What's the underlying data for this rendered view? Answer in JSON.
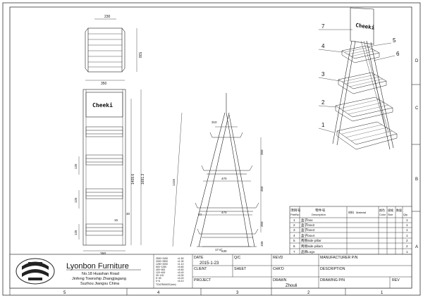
{
  "drawing": {
    "brand_text": "Cheeki",
    "top_view": {
      "depth": "230",
      "width": "350",
      "length": "530"
    },
    "front_view": {
      "shelf_gaps": [
        "125",
        "125",
        "125"
      ],
      "spacing": "30",
      "bottom_gap": "15",
      "base_width": "390",
      "total_height": "1409.6",
      "overall_height": "1691.3"
    },
    "side_view": {
      "top_width": "310",
      "shelf_depths": [
        "470",
        "470",
        "530"
      ],
      "shelf_spacing": [
        "350",
        "350",
        "350"
      ],
      "bottom_offset": "100",
      "leg_height": "1416",
      "front_offset": "50",
      "angle": "17.6°"
    },
    "balloons": [
      "7",
      "4",
      "3",
      "2",
      "1",
      "5",
      "6"
    ]
  },
  "frame": {
    "rows": [
      "D",
      "C",
      "B",
      "A"
    ],
    "cols": [
      "5",
      "4",
      "3",
      "2",
      "1"
    ]
  },
  "bom": {
    "headers": [
      [
        "项目号",
        "PartNo."
      ],
      [
        "零件号",
        "Description"
      ],
      [
        "材料",
        "Material"
      ],
      [
        "颜色",
        "Color"
      ],
      [
        "规格",
        "Size"
      ],
      [
        "数量",
        "Qty."
      ]
    ],
    "rows": [
      {
        "no": "1",
        "desc": "盒子box",
        "qty": "1"
      },
      {
        "no": "2",
        "desc": "盒子box2",
        "qty": "1"
      },
      {
        "no": "3",
        "desc": "盒子box3",
        "qty": "1"
      },
      {
        "no": "4",
        "desc": "盒子box4",
        "qty": "1"
      },
      {
        "no": "5",
        "desc": "两侧side pillar",
        "qty": "2"
      },
      {
        "no": "6",
        "desc": "两侧side pillar1",
        "qty": "2"
      },
      {
        "no": "7",
        "desc": "品牌Logo",
        "qty": "1"
      }
    ]
  },
  "title_block": {
    "company": "Lyonbon Furniture",
    "address": [
      "No.18 Huashan Road",
      "Jinfeng Township Zhangjiagang",
      "Suzhou Jiangsu China"
    ],
    "tolerance": {
      "ranges": [
        "2500~3150",
        "2000~2500",
        "1250~2000",
        "500~1250",
        "400~500",
        "120~400",
        "30~120",
        "6~30",
        "0~6"
      ],
      "values": [
        "±1.50",
        "±1.30",
        "±1.10",
        "±0.80",
        "±0.60",
        "±0.40",
        "±0.30",
        "±0.20",
        "±0.10"
      ],
      "note": "TOLERANCE(mm)"
    },
    "date_label": "DATE",
    "date_value": "2015-1-23",
    "qc_label": "Q/C",
    "revd_label": "REVD",
    "manufacturer_label": "MANUFACTURER P/N",
    "client_label": "CLIENT",
    "sheet_label": "SHEET",
    "chkd_label": "CHK'D",
    "description_label": "DESCRIPTION",
    "project_label": "PROJECT",
    "drawn_label": "DRAWN",
    "drawn_value": "Zhouli",
    "drawing_pn_label": "DRAWING P/N",
    "rev_label": "REV"
  }
}
